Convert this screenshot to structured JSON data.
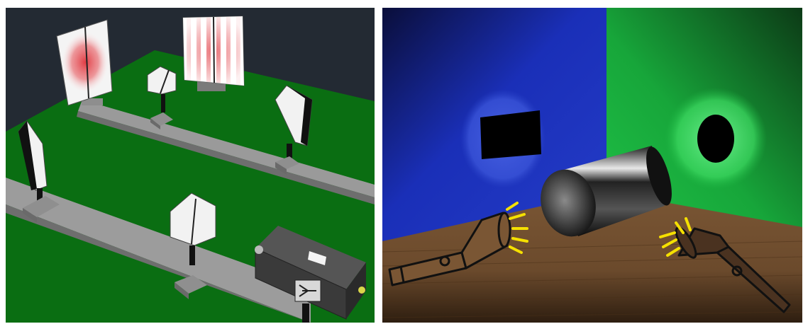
{
  "figure": {
    "panels": [
      {
        "id": "left",
        "scene": "optics-bench-interference-experiment",
        "icons": [
          "screen-with-red-spot-icon",
          "screen-with-fringes-icon",
          "beam-splitter-cube-icon",
          "mirror-icon",
          "laser-source-icon",
          "optical-rail-icon"
        ],
        "colors": {
          "floor": "#0a6e12",
          "wall": "#232a33",
          "rail": "#9a9a9a",
          "laser_body": "#3a3a3a",
          "pattern": "#e0343c"
        }
      },
      {
        "id": "right",
        "scene": "flashlights-casting-shadows-of-cylinder",
        "icons": [
          "flashlight-icon",
          "cylinder-icon",
          "square-shadow-icon",
          "circle-shadow-icon"
        ],
        "colors": {
          "left_wall": "#1a2fb8",
          "right_wall": "#17a63a",
          "floor": "#6b4a2c",
          "light_rays": "#f5e000"
        }
      }
    ]
  }
}
